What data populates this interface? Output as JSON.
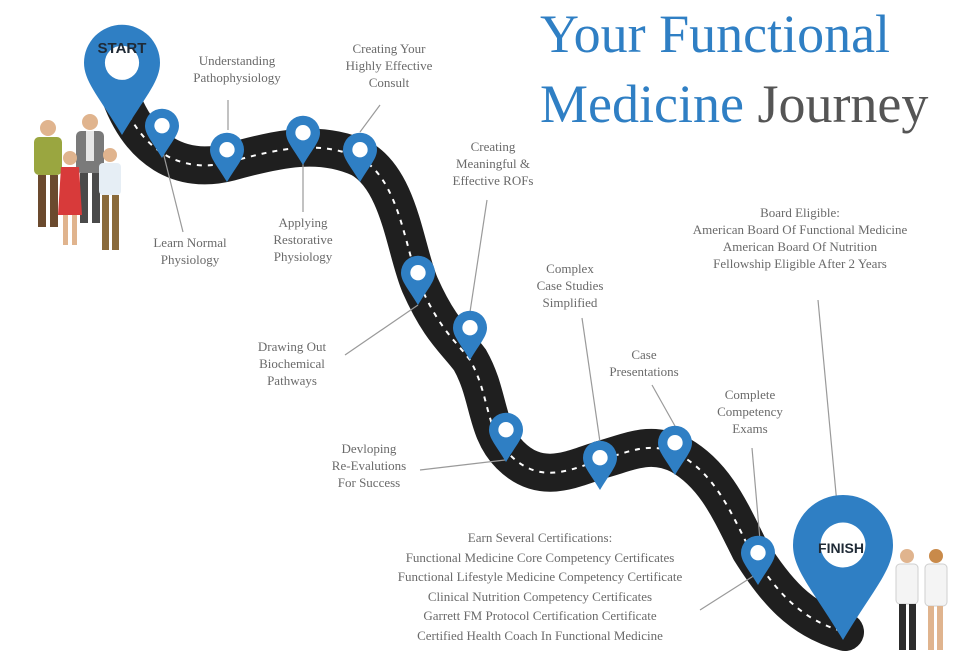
{
  "title": {
    "part1": "Your Functional",
    "part2": "Medicine",
    "part3": "Journey"
  },
  "start_label": "START",
  "finish_label": "FINISH",
  "steps": [
    {
      "lines": [
        "Learn Normal",
        "Physiology"
      ]
    },
    {
      "lines": [
        "Understanding",
        "Pathophysiology"
      ]
    },
    {
      "lines": [
        "Applying",
        "Restorative",
        "Physiology"
      ]
    },
    {
      "lines": [
        "Creating Your",
        "Highly Effective",
        "Consult"
      ]
    },
    {
      "lines": [
        "Drawing Out",
        "Biochemical",
        "Pathways"
      ]
    },
    {
      "lines": [
        "Creating",
        "Meaningful &",
        "Effective ROFs"
      ]
    },
    {
      "lines": [
        "Devloping",
        "Re-Evalutions",
        "For Success"
      ]
    },
    {
      "lines": [
        "Complex",
        "Case Studies",
        "Simplified"
      ]
    },
    {
      "lines": [
        "Case",
        "Presentations"
      ]
    },
    {
      "lines": [
        "Complete",
        "Competency",
        "Exams"
      ]
    }
  ],
  "board": {
    "lines": [
      "Board Eligible:",
      "American Board Of Functional Medicine",
      "American Board Of Nutrition",
      "Fellowship Eligible After 2 Years"
    ]
  },
  "certifications": {
    "lines": [
      "Earn Several Certifications:",
      "Functional Medicine Core Competency Certificates",
      "Functional Lifestyle Medicine Competency Certificate",
      "Clinical Nutrition Competency Certificates",
      "Garrett FM Protocol Certification Certificate",
      "Certified Health Coach In Functional Medicine"
    ]
  },
  "colors": {
    "accent": "#2f7fc4",
    "road": "#1f1f1f",
    "label": "#6a6a6a"
  },
  "icons": {
    "pin": "map-pin-icon",
    "people_start": "family-group-icon",
    "people_finish": "doctors-icon"
  }
}
